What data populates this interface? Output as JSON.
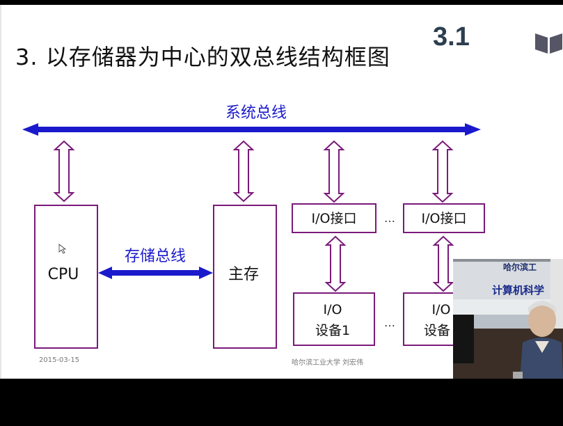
{
  "slide": {
    "title": "3. 以存储器为中心的双总线结构框图",
    "badge": "3.1",
    "footer_date": "2015-03-15",
    "footer_author": "哈尔滨工业大学  刘宏伟"
  },
  "diagram": {
    "system_bus_label": "系统总线",
    "memory_bus_label": "存储总线",
    "cpu_label": "CPU",
    "main_memory_label": "主存",
    "io_interface_1_label": "I/O接口",
    "io_interface_2_label": "I/O接口",
    "io_device_1_line1": "I/O",
    "io_device_1_line2": "设备1",
    "io_device_2_line1": "I/O",
    "io_device_2_line2": "设备",
    "ellipsis_1": "…",
    "ellipsis_2": "…",
    "colors": {
      "bus": "#1a1acc",
      "box": "#7a1a7a",
      "label": "#1a1acc"
    }
  },
  "video_overlay": {
    "banner_line1": "哈尔滨工",
    "banner_line2": "计算机科学"
  }
}
